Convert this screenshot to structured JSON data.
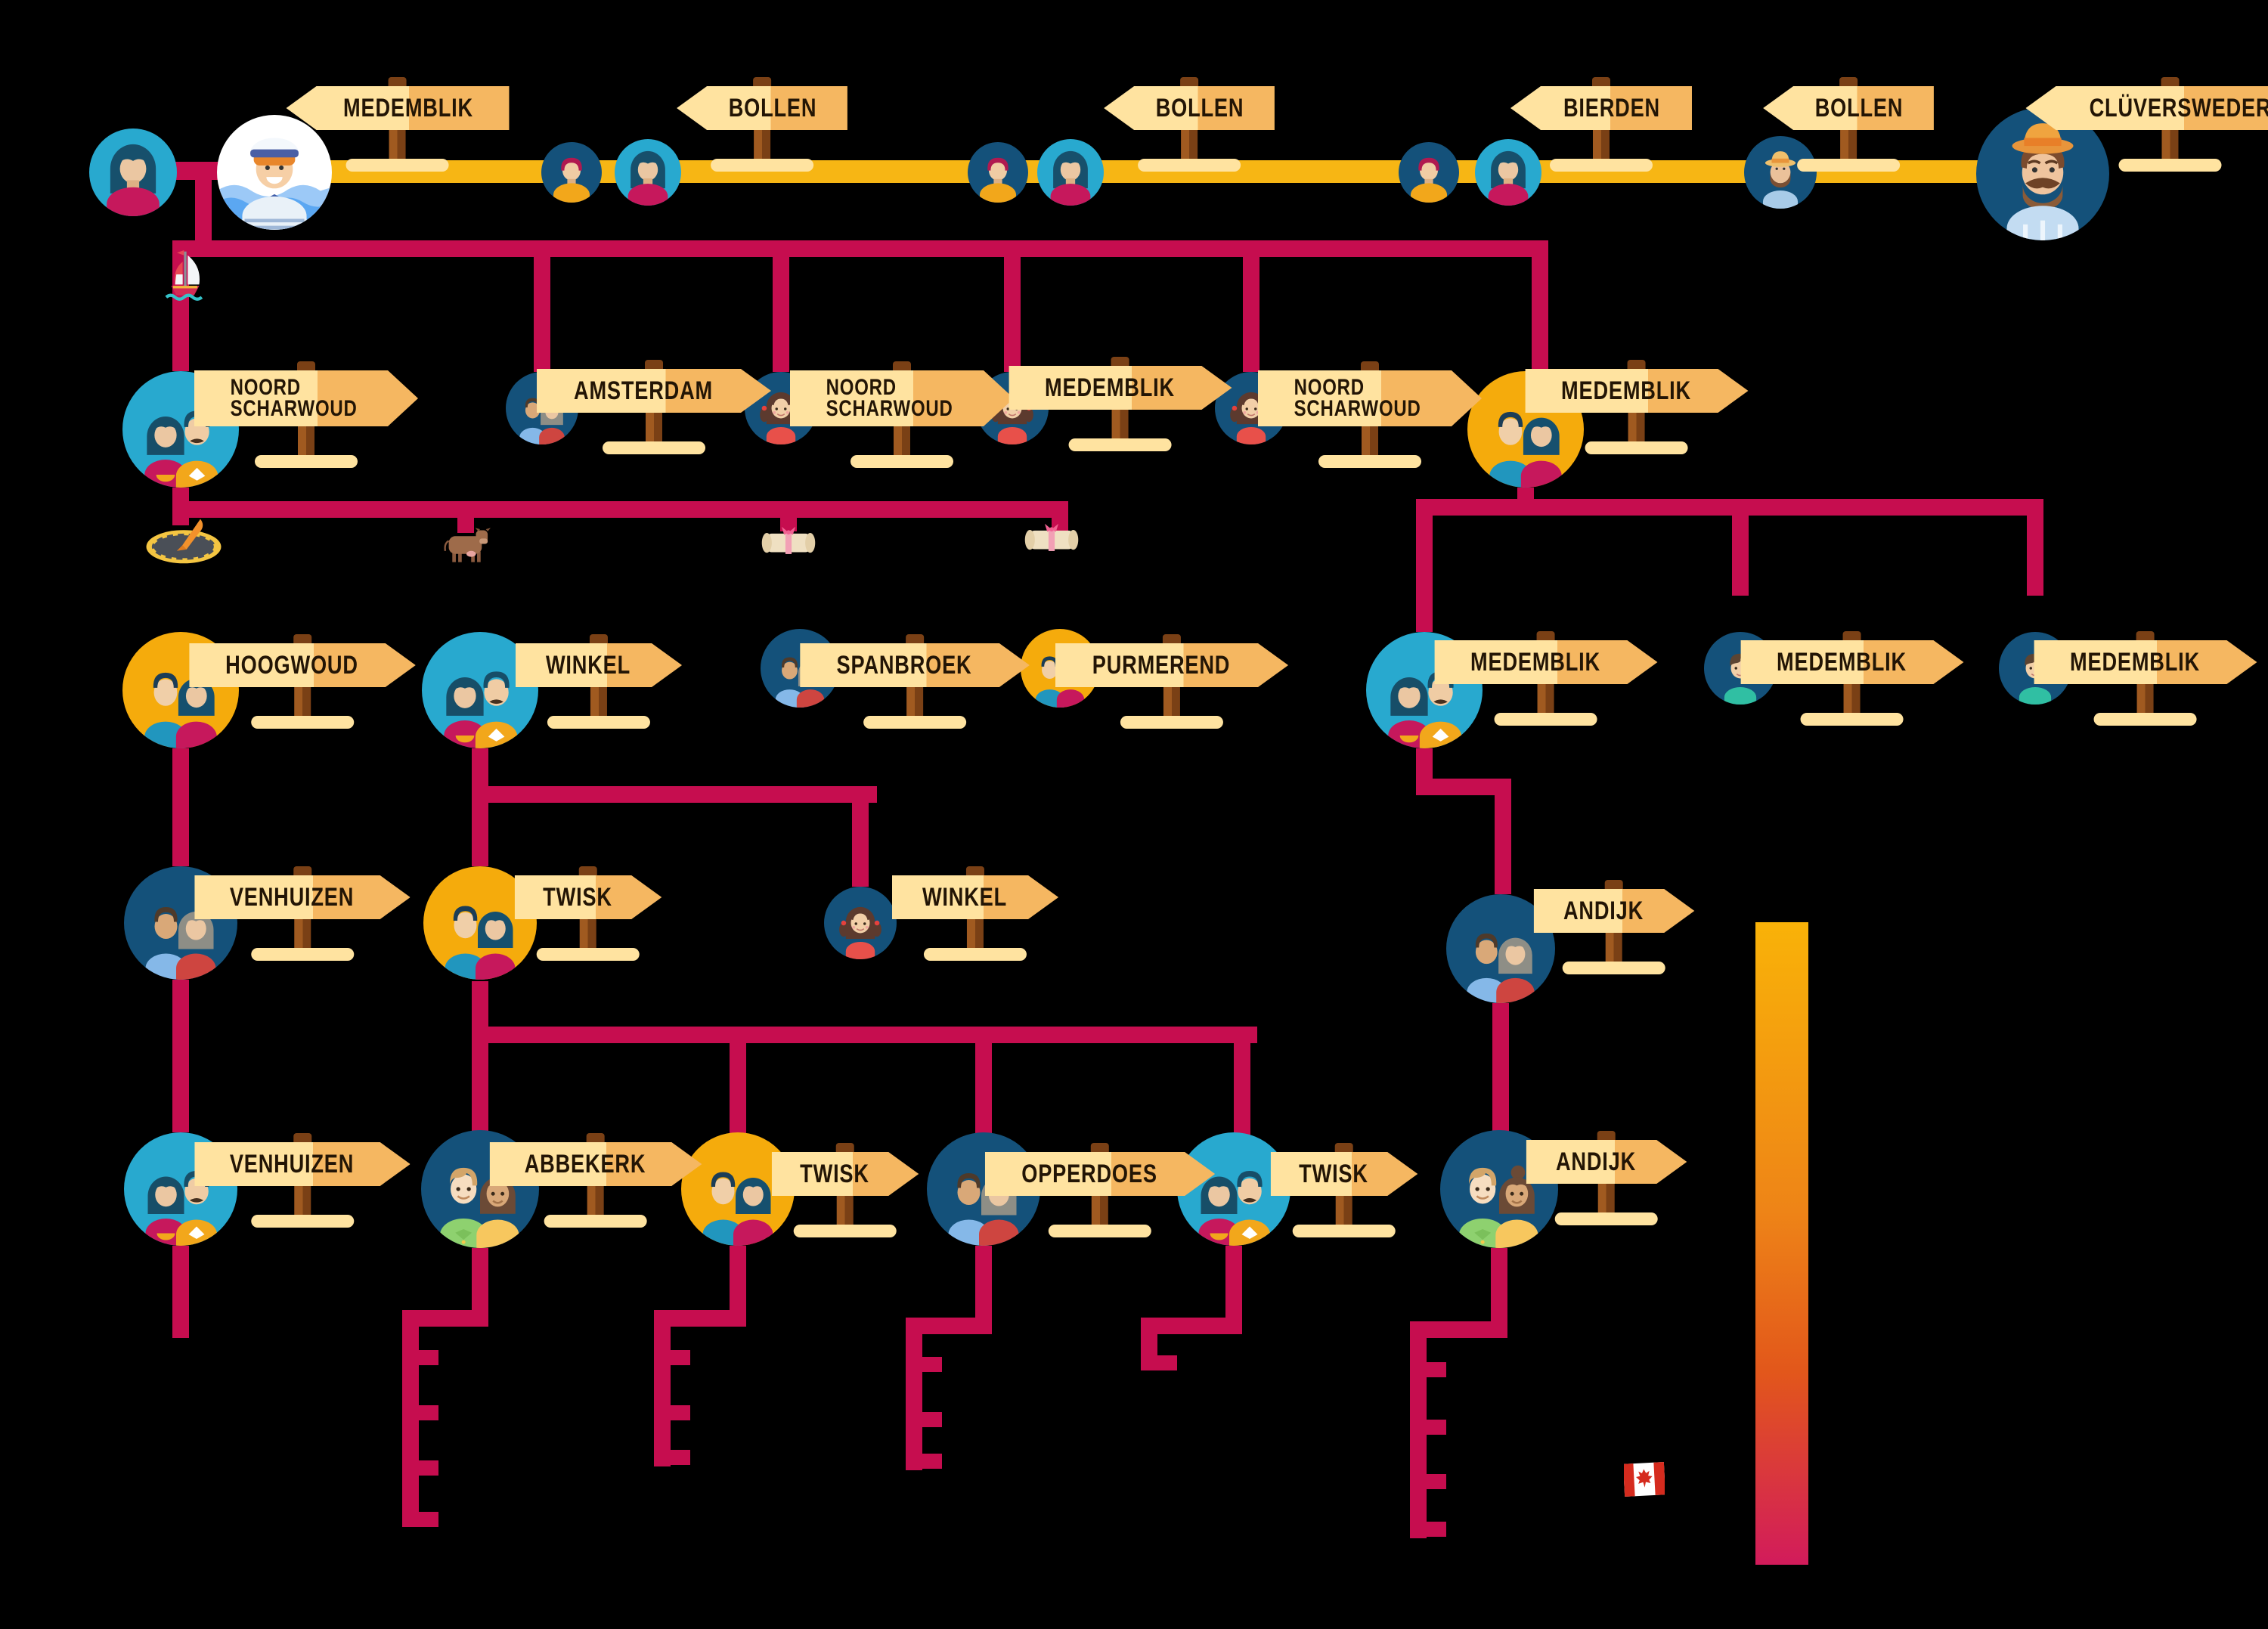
{
  "signs": [
    {
      "label": "MEDEMBLIK"
    },
    {
      "label": "BOLLEN"
    },
    {
      "label": "BOLLEN"
    },
    {
      "label": "BIERDEN"
    },
    {
      "label": "BOLLEN"
    },
    {
      "label": "CLÜVERSWEDER"
    },
    {
      "label": "NOORD SCHARWOUD"
    },
    {
      "label": "AMSTERDAM"
    },
    {
      "label": "NOORD SCHARWOUD"
    },
    {
      "label": "MEDEMBLIK"
    },
    {
      "label": "NOORD SCHARWOUD"
    },
    {
      "label": "MEDEMBLIK"
    },
    {
      "label": "HOOGWOUD"
    },
    {
      "label": "WINKEL"
    },
    {
      "label": "SPANBROEK"
    },
    {
      "label": "PURMEREND"
    },
    {
      "label": "MEDEMBLIK"
    },
    {
      "label": "MEDEMBLIK"
    },
    {
      "label": "MEDEMBLIK"
    },
    {
      "label": "VENHUIZEN"
    },
    {
      "label": "TWISK"
    },
    {
      "label": "WINKEL"
    },
    {
      "label": "ANDIJK"
    },
    {
      "label": "VENHUIZEN"
    },
    {
      "label": "ABBEKERK"
    },
    {
      "label": "TWISK"
    },
    {
      "label": "OPPERDOES"
    },
    {
      "label": "TWISK"
    },
    {
      "label": "ANDIJK"
    }
  ],
  "icons": {
    "sailboat": "sailboat-icon",
    "sundial": "sundial-icon",
    "cow": "cow-icon",
    "scroll": "diploma-scroll-icon",
    "canada_flag": "canada-flag-icon",
    "gradient_bar": "generation-gradient-bar"
  },
  "avatars": [
    "woman",
    "sailor",
    "man",
    "woman",
    "man",
    "woman",
    "man",
    "woman",
    "farmer-small",
    "farmer-big",
    "couple-teal",
    "couple-navy",
    "girl",
    "girl",
    "girl",
    "couple-yellow",
    "couple-yellow",
    "couple-teal",
    "couple-navy",
    "couple-yellow",
    "couple-teal",
    "boy",
    "boy",
    "couple-navy",
    "couple-yellow",
    "girl",
    "couple-navy",
    "couple-teal",
    "couple-realistic",
    "couple-yellow",
    "couple-navy",
    "couple-teal",
    "couple-realistic"
  ],
  "colors": {
    "background": "#000000",
    "marriage_line": "#F7B614",
    "descent_line": "#C60D4F",
    "circle_teal": "#28A9CF",
    "circle_navy": "#14517A",
    "circle_yellow": "#F5AB0C",
    "sign_plank": "#FFE3A0",
    "sign_plank_shade": "#F5B761",
    "sign_post": "#7A4015",
    "gradient_bar_top": "#F9B208",
    "gradient_bar_bottom": "#D21B5B"
  }
}
